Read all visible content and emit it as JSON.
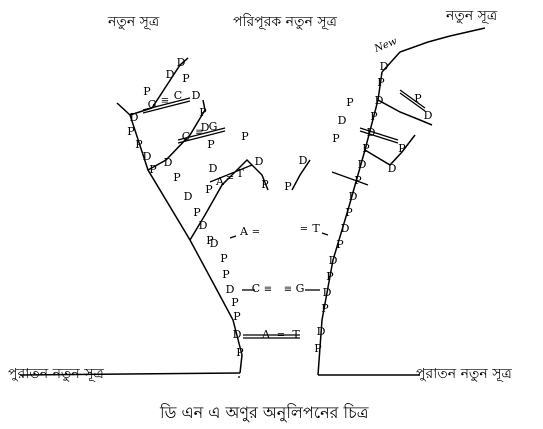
{
  "labels": {
    "new_strand_left": "নতুন সূত্র",
    "complementary_new_strand": "পরিপূরক নতুন সূত্র",
    "new_strand_right": "নতুন সূত্র",
    "old_new_strand_left": "পুরাতন নতুন সূত্র",
    "old_new_strand_right": "পুরাতন নতুন সূত্র",
    "caption": "ডি এন এ অণুর অনুলিপনের চিত্র",
    "new_tag": "New"
  },
  "nodes": {
    "deoxyribose": "D",
    "phosphate": "P"
  },
  "base_pairs": [
    {
      "left": "G",
      "right": "C",
      "bond": "≡"
    },
    {
      "left": "C",
      "right": "G",
      "bond": "≡"
    },
    {
      "left": "A",
      "right": "T",
      "bond": "="
    },
    {
      "left": "A",
      "right": "",
      "bond": "="
    },
    {
      "left": "",
      "right": "T",
      "bond": "="
    },
    {
      "left": "C",
      "right": "",
      "bond": "≡"
    },
    {
      "left": "",
      "right": "G",
      "bond": "≡"
    },
    {
      "left": "A",
      "right": "T",
      "bond": "="
    }
  ],
  "colors": {
    "ink": "#000000",
    "background": "#ffffff"
  }
}
